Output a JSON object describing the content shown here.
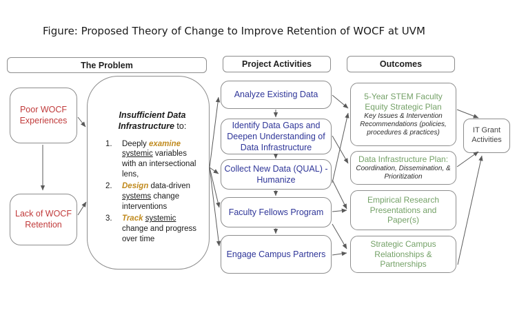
{
  "title": "Figure: Proposed Theory of Change to Improve Retention of WOCF at UVM",
  "headers": {
    "problem": "The Problem",
    "activities": "Project Activities",
    "outcomes": "Outcomes"
  },
  "problem": {
    "experiences": "Poor WOCF Experiences",
    "retention": "Lack of WOCF Retention",
    "infra": {
      "heading_em": "Insufficient Data Infrastructure",
      "heading_rest": " to:",
      "items": [
        {
          "num": "1.",
          "pre": "Deeply ",
          "keyword": "examine",
          "mid": " ",
          "underlined": "systemic",
          "post": " variables with an intersectional lens,"
        },
        {
          "num": "2.",
          "pre": "",
          "keyword": "Design",
          "mid": " data-driven ",
          "underlined": "systems",
          "post": " change interventions"
        },
        {
          "num": "3.",
          "pre": "",
          "keyword": "Track",
          "mid": " ",
          "underlined": "systemic",
          "post": " change and progress over time"
        }
      ]
    }
  },
  "activities": [
    "Analyze Existing Data",
    "Identify Data Gaps and Deepen Understanding of Data Infrastructure",
    "Collect New Data (QUAL) - Humanize",
    "Faculty Fellows Program",
    "Engage Campus Partners"
  ],
  "outcomes": [
    {
      "title": "5-Year STEM Faculty Equity Strategic Plan",
      "subtitle": "Key Issues & Intervention Recommendations (policies, procedures & practices)"
    },
    {
      "title": "Data Infrastructure Plan:",
      "subtitle": "Coordination, Dissemination, & Prioritization"
    },
    {
      "title": "Empirical Research Presentations and Paper(s)",
      "subtitle": ""
    },
    {
      "title": "Strategic Campus Relationships & Partnerships",
      "subtitle": ""
    }
  ],
  "it_grant": "IT Grant Activities",
  "colors": {
    "problem_text": "#c03a3a",
    "activity_text": "#2e3598",
    "outcome_text": "#74a167",
    "keyword_text": "#c08a1e",
    "arrow": "#595959",
    "border": "#8c8c8c"
  }
}
